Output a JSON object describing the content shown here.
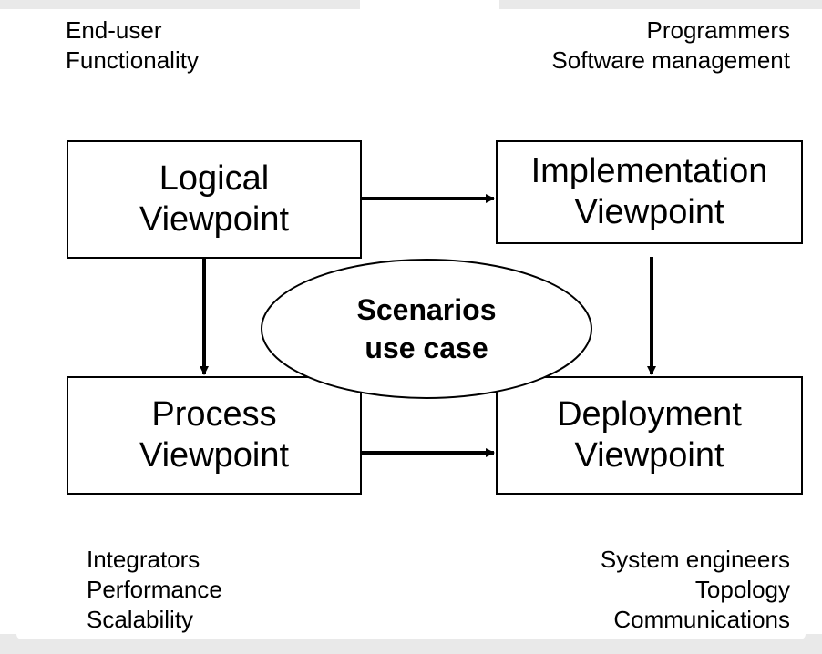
{
  "roles": {
    "logical": [
      "End-user",
      "Functionality"
    ],
    "implementation": [
      "Programmers",
      "Software management"
    ],
    "process": [
      "Integrators",
      "Performance",
      "Scalability"
    ],
    "deployment": [
      "System engineers",
      "Topology",
      "Communications"
    ]
  },
  "views": {
    "logical": [
      "Logical",
      "Viewpoint"
    ],
    "implementation": [
      "Implementation",
      "Viewpoint"
    ],
    "process": [
      "Process",
      "Viewpoint"
    ],
    "deployment": [
      "Deployment",
      "Viewpoint"
    ]
  },
  "center": [
    "Scenarios",
    "use case"
  ],
  "colors": {
    "line": "#000000",
    "background": "#ffffff",
    "frame": "#e9e9e9"
  }
}
